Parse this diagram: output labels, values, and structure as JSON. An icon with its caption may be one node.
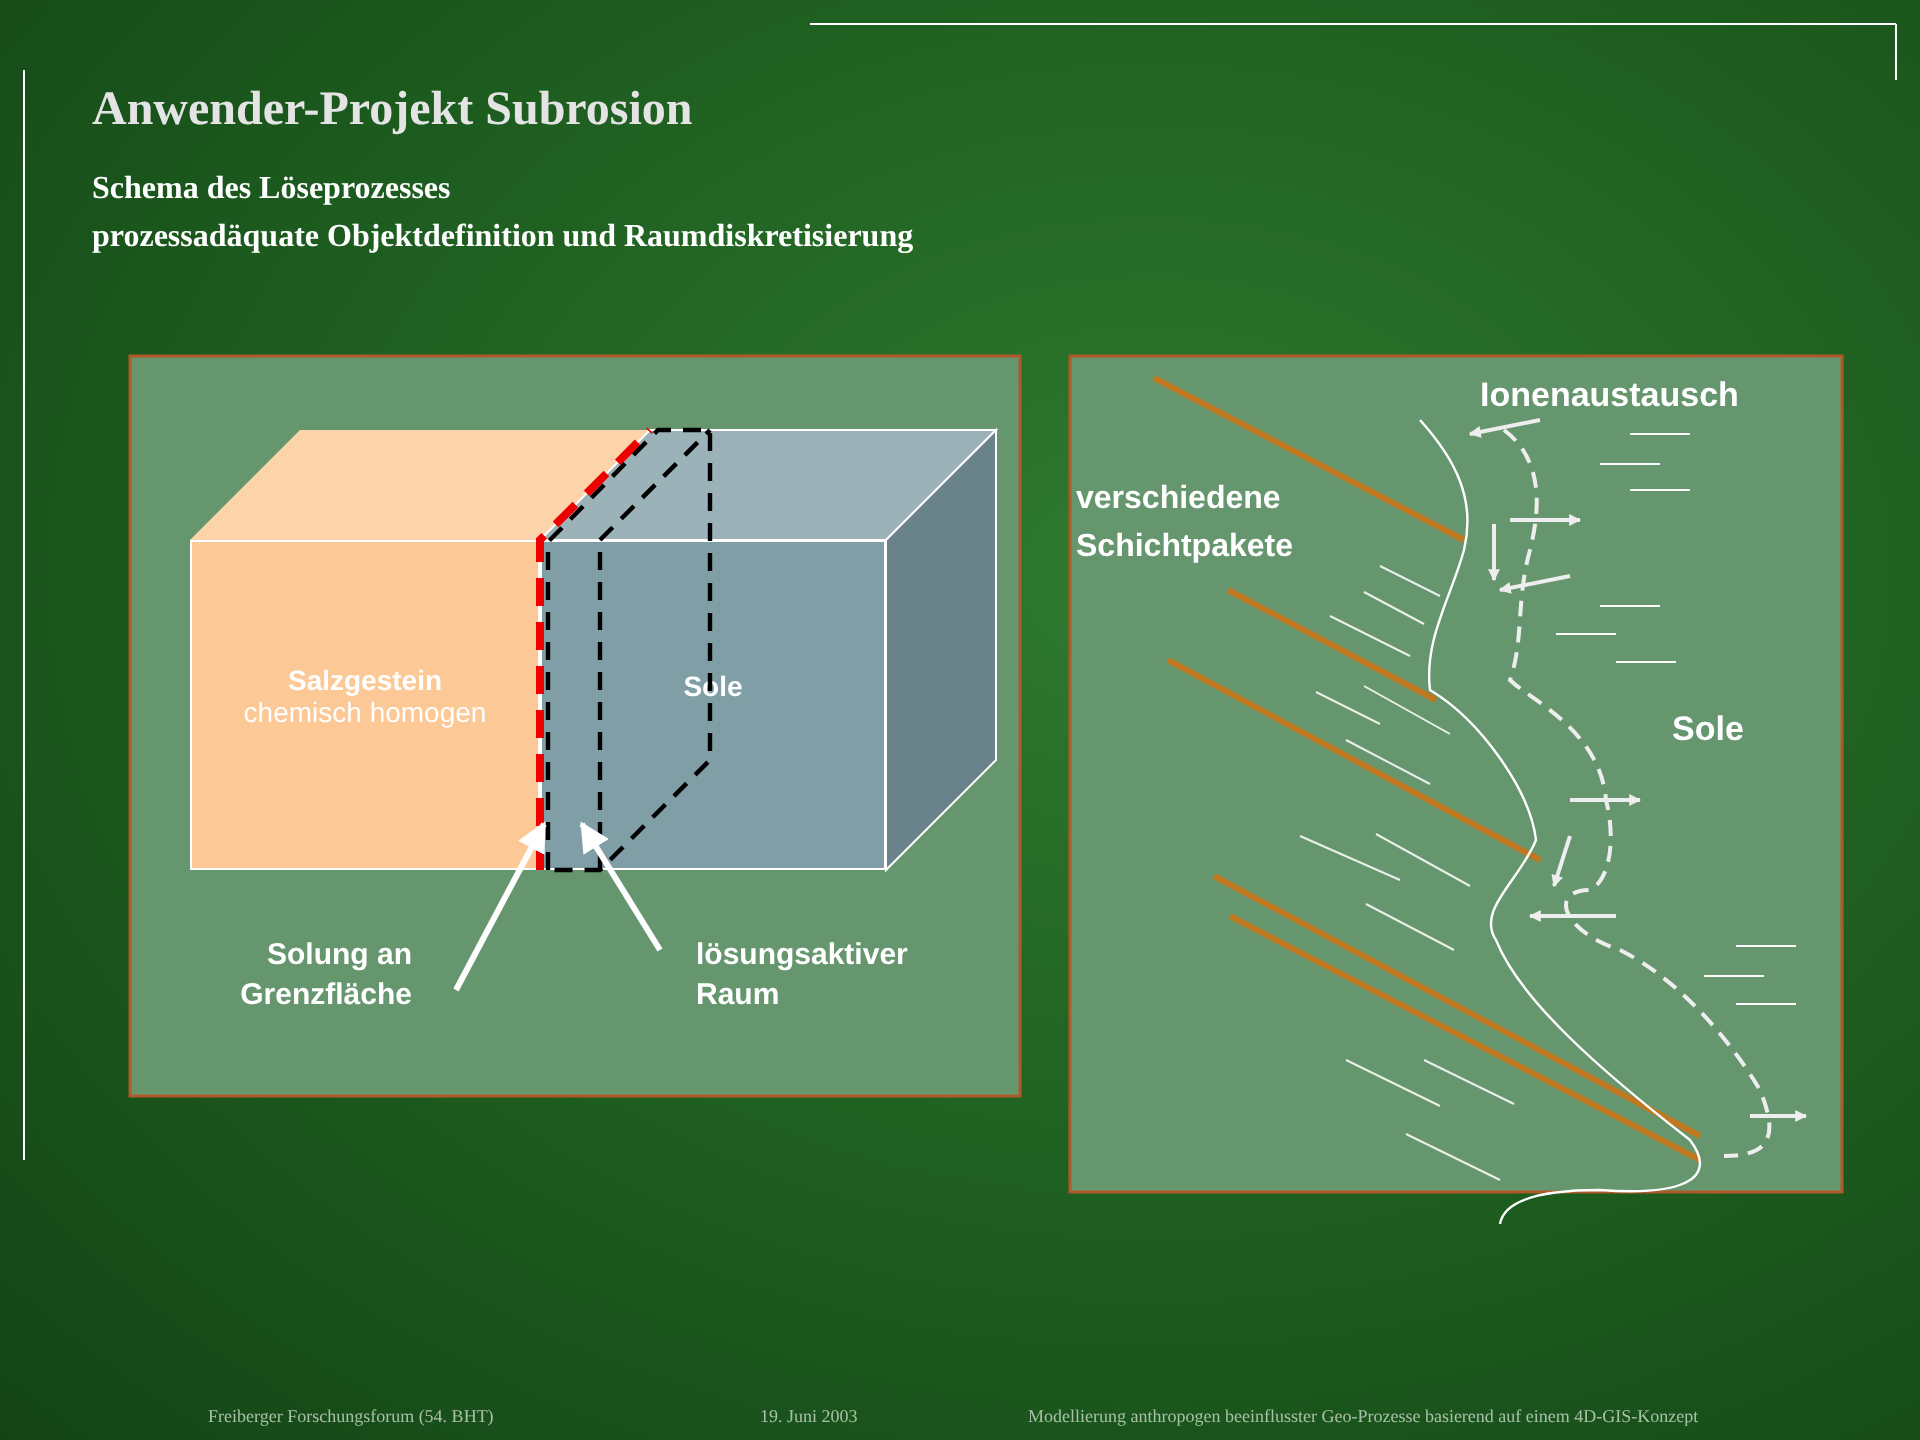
{
  "diagram": {
    "title": "Anwender-Projekt Subrosion",
    "nodes": [
      {
        "text": [
          "Salzgestein",
          "chemisch homogen"
        ]
      },
      {
        "text": [
          "Sole"
        ]
      },
      {
        "text": [
          "Solung an Grenzfläche"
        ]
      },
      {
        "text": [
          "lösungsaktiver Raum"
        ]
      }
    ],
    "edges": [
      {
        "from": 2,
        "to": 1,
        "arrow": "to"
      },
      {
        "from": 3,
        "to": 1,
        "arrow": "to"
      }
    ],
    "labels": [
      "Schema des Löseprozesses",
      "prozessadäquate Objektdefinition und Raumdiskretisierung",
      "Ionenaustausch",
      "verschiedene Schichtpakete",
      "Sole",
      "Freiberger Forschungsforum (54. BHT)",
      "19. Juni 2003",
      "Modellierung anthropogen beeinflusster Geo-Prozesse basierend auf einem 4D-GIS-Konzept"
    ]
  }
}
